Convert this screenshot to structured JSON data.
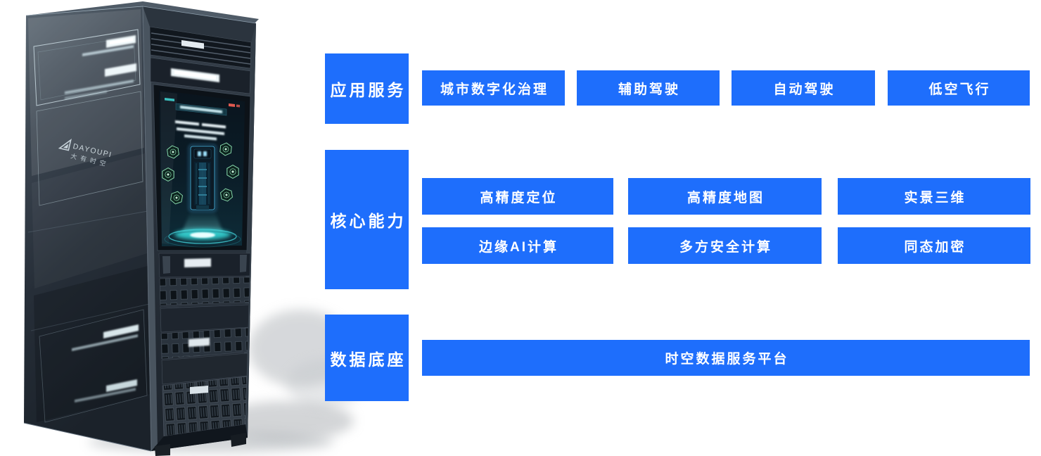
{
  "diagram": {
    "accent_color": "#1e6efc",
    "text_color": "#ffffff",
    "rows": [
      {
        "label": "应用服务",
        "items": [
          "城市数字化治理",
          "辅助驾驶",
          "自动驾驶",
          "低空飞行"
        ]
      },
      {
        "label": "核心能力",
        "items": [
          "高精度定位",
          "高精度地图",
          "实景三维",
          "边缘AI计算",
          "多方安全计算",
          "同态加密"
        ]
      },
      {
        "label": "数据底座",
        "items": [
          "时空数据服务平台"
        ]
      }
    ]
  },
  "rack": {
    "brand_en": "DAYOUPI",
    "brand_cn": "大有时空"
  }
}
